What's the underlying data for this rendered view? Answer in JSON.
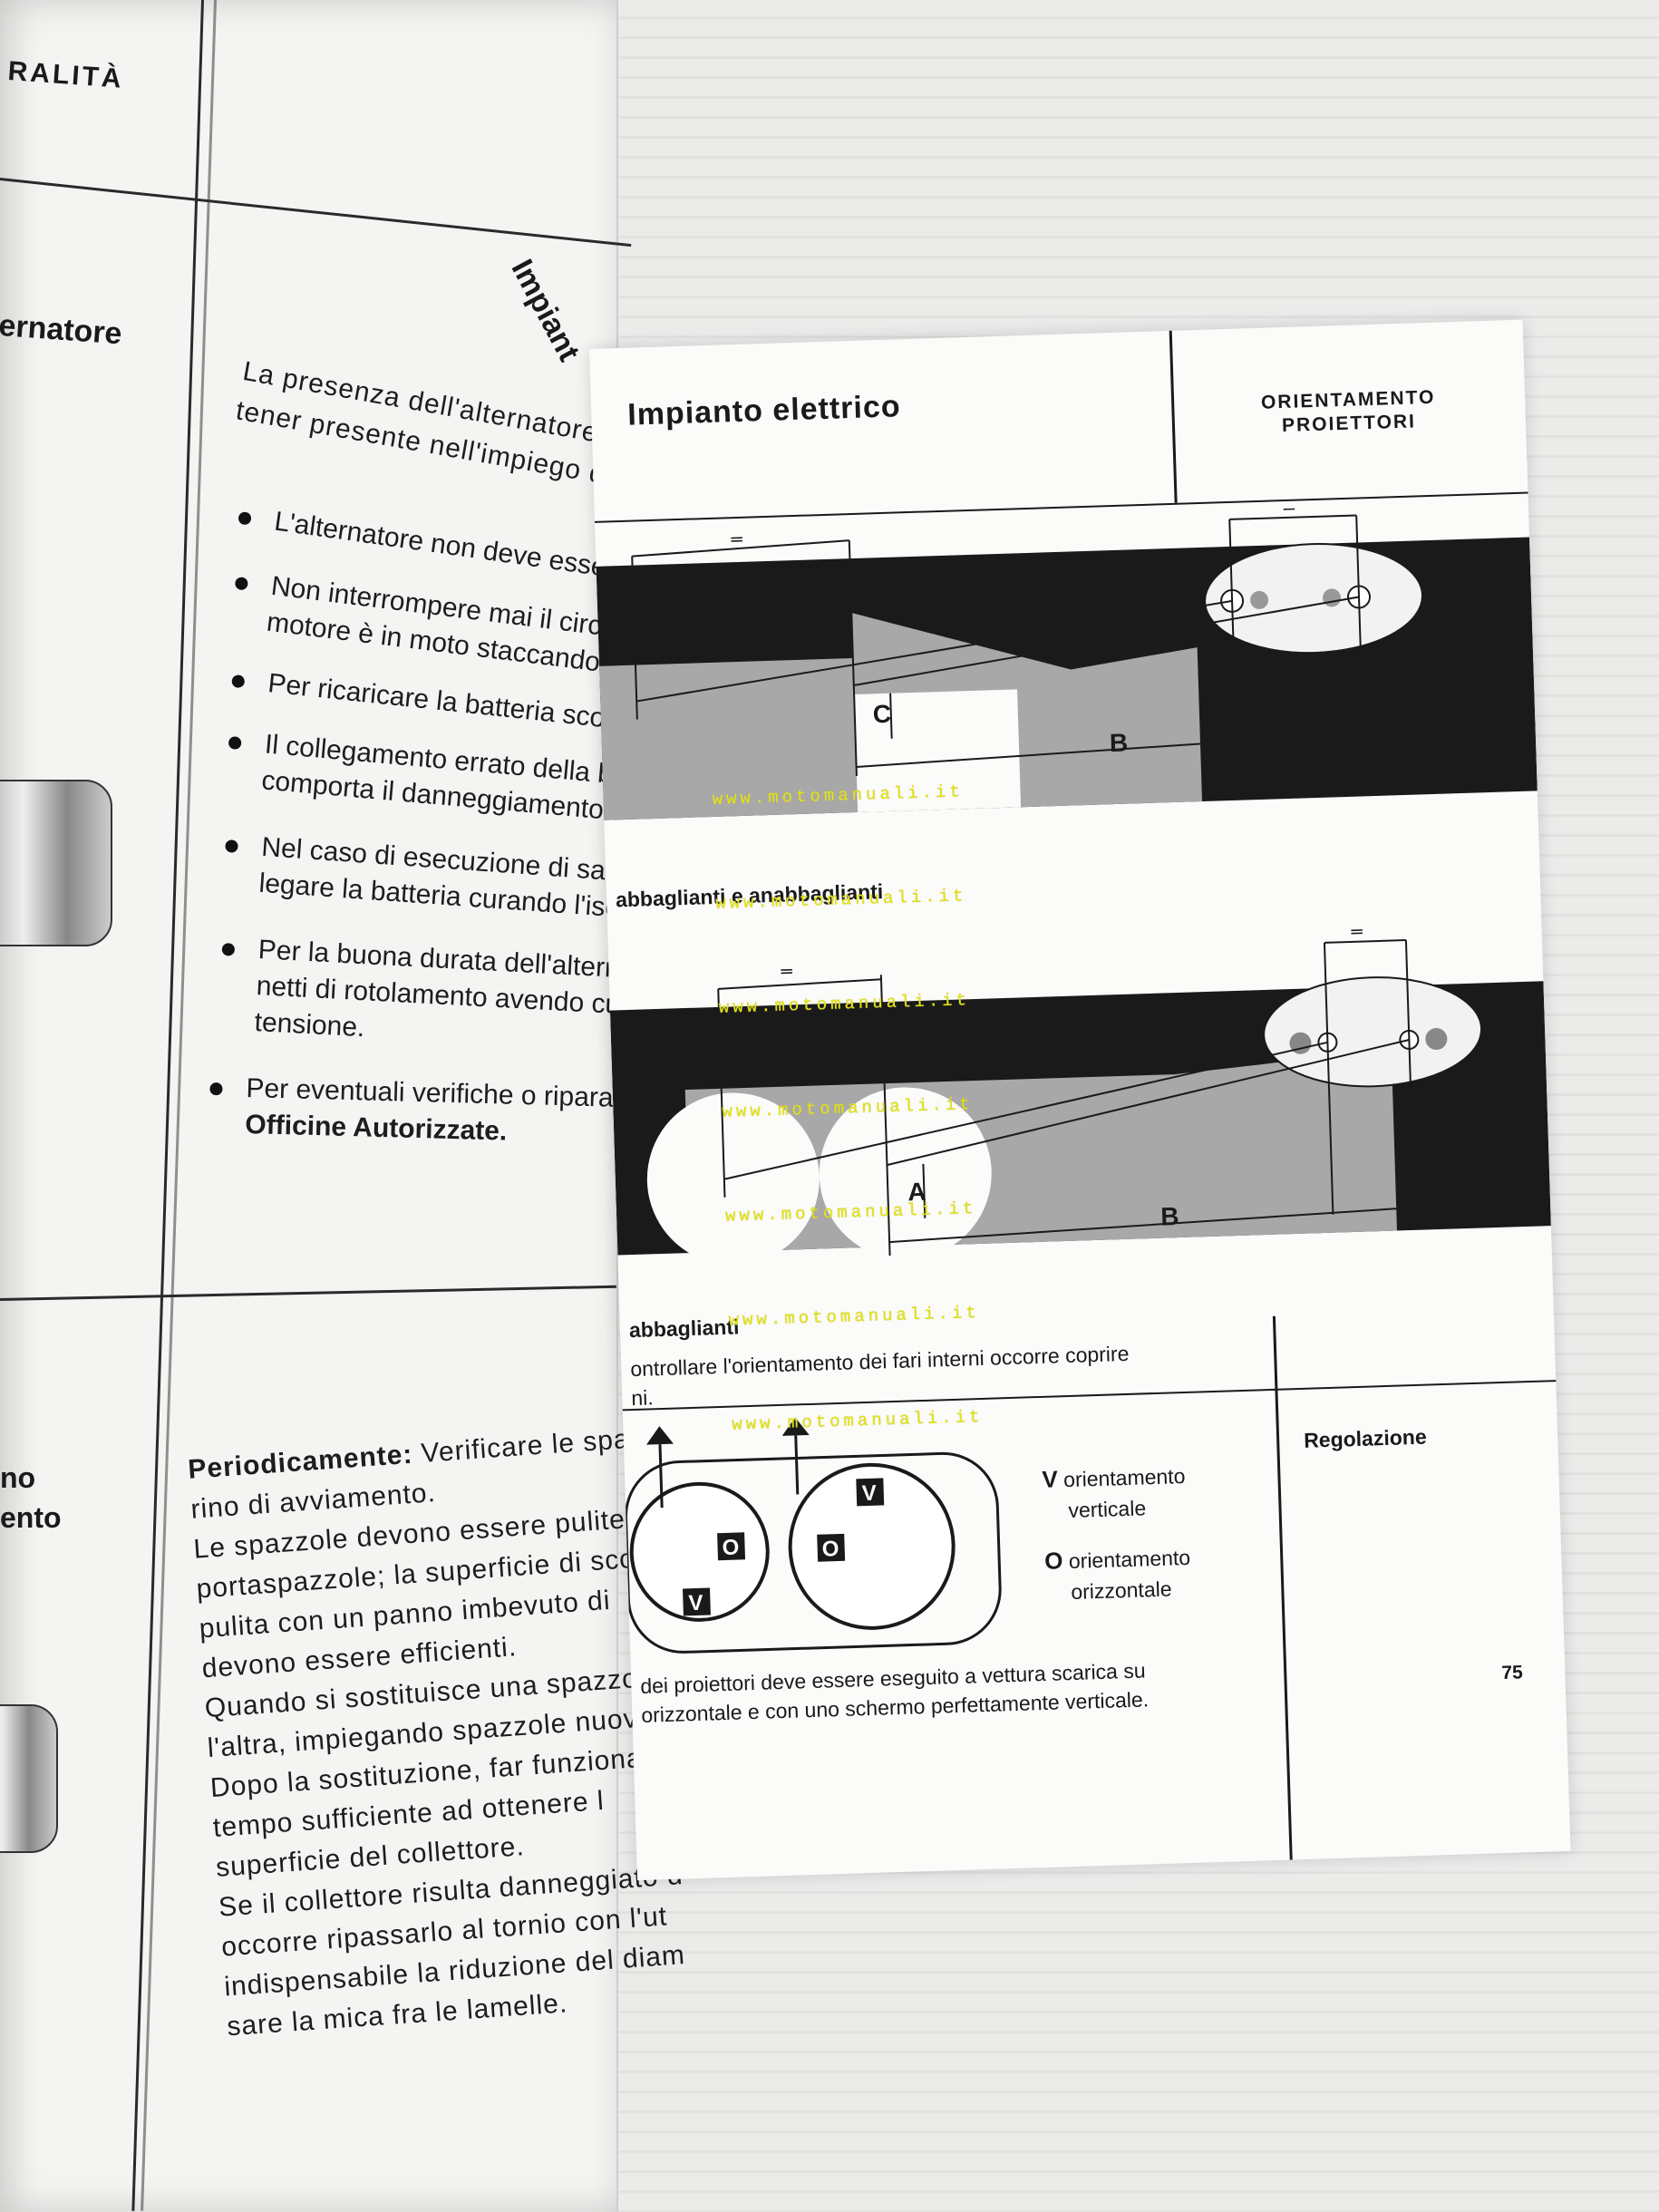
{
  "left_page": {
    "header_fragment": "RALITÀ",
    "section_label_1": "ernatore",
    "section_label_2a": "no",
    "section_label_2b": "ento",
    "side_heading": "Impiant",
    "intro_lines": [
      "La presenza dell'alternatore com",
      "tener presente nell'impiego dello"
    ],
    "bullets": [
      [
        "L'alternatore non deve esse"
      ],
      [
        "Non interrompere mai il circu",
        "motore è in moto staccando u"
      ],
      [
        "Per ricaricare la batteria scolleg"
      ],
      [
        "Il collegamento errato della b",
        "comporta il danneggiamento de"
      ],
      [
        "Nel caso di esecuzione di salda",
        "legare la batteria curando l'isola"
      ],
      [
        "Per la buona durata dell'alternato",
        "netti di rotolamento avendo cura",
        "tensione."
      ],
      [
        "Per eventuali verifiche o riparazio",
        "Officine Autorizzate."
      ]
    ],
    "periodic_label": "Periodicamente:",
    "periodic_lines": [
      "Verificare le spazzoli",
      "rino di avviamento.",
      "Le spazzole devono essere pulite e sc",
      "portaspazzole; la superficie di scorrim",
      "pulita con un panno imbevuto di",
      "devono essere efficienti.",
      "Quando si sostituisce una spazzola è",
      "l'altra, impiegando spazzole nuove",
      "Dopo la sostituzione, far funzionar",
      "tempo sufficiente ad ottenere l",
      "superficie del collettore.",
      "Se il collettore risulta danneggiato d",
      "occorre ripassarlo al tornio con l'ut",
      "indispensabile la riduzione del diam",
      "sare la mica fra le lamelle."
    ]
  },
  "right_page": {
    "title": "Impianto elettrico",
    "section_title_lines": [
      "ORIENTAMENTO",
      "PROIETTORI"
    ],
    "diagram1": {
      "label_c": "C",
      "label_b": "B",
      "caption": "abbaglianti e anabbaglianti"
    },
    "diagram2": {
      "label_a": "A",
      "label_b": "B",
      "caption": "abbaglianti"
    },
    "instruction_line": "ontrollare l'orientamento dei fari interni occorre coprire",
    "instruction_fragment": "ni.",
    "regulation_label": "Regolazione",
    "legend": [
      {
        "key": "V",
        "lines": [
          "orientamento",
          "verticale"
        ]
      },
      {
        "key": "O",
        "lines": [
          "orientamento",
          "orizzontale"
        ]
      }
    ],
    "footer_lines": [
      "dei proiettori deve essere eseguito a vettura scarica su",
      "orizzontale e con uno schermo perfettamente verticale."
    ],
    "page_number": "75",
    "watermark": "www.motomanuali.it",
    "equal_mark": "═",
    "headlamp_key_v": "V",
    "headlamp_key_o": "O"
  },
  "colors": {
    "ink": "#1a1a1a",
    "watermark": "#e6e600",
    "paper": "#fbfbf9",
    "grey_beam": "#a8a8a8"
  }
}
